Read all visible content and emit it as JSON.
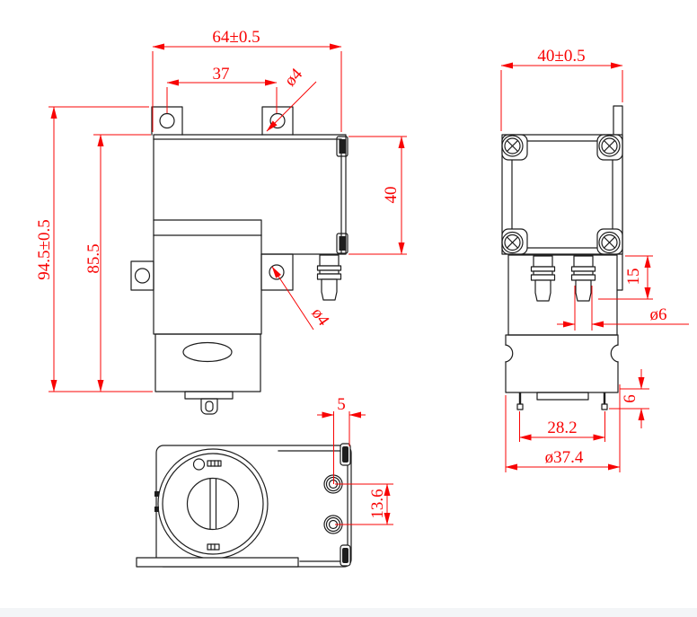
{
  "drawing": {
    "type": "engineering-dimension-drawing",
    "subject": "miniature-diaphragm-pump-three-views",
    "colors": {
      "outline": "#1d1d1d",
      "dimension": "#f80404",
      "background": "#ffffff"
    },
    "front_view": {
      "overall_width": "64±0.5",
      "mount_hole_spacing": "37",
      "mount_hole_diameter": "ø4",
      "overall_height": "94.5±0.5",
      "body_height": "85.5",
      "head_height": "40",
      "side_tab_hole_diameter": "ø4"
    },
    "side_view": {
      "overall_width": "40±0.5",
      "port_length": "15",
      "port_diameter": "ø6",
      "motor_diameter": "ø37.4",
      "terminal_pin_spacing": "28.2",
      "terminal_pin_length": "6"
    },
    "bottom_view": {
      "port_edge_offset": "5",
      "port_center_spacing": "13.6"
    }
  }
}
